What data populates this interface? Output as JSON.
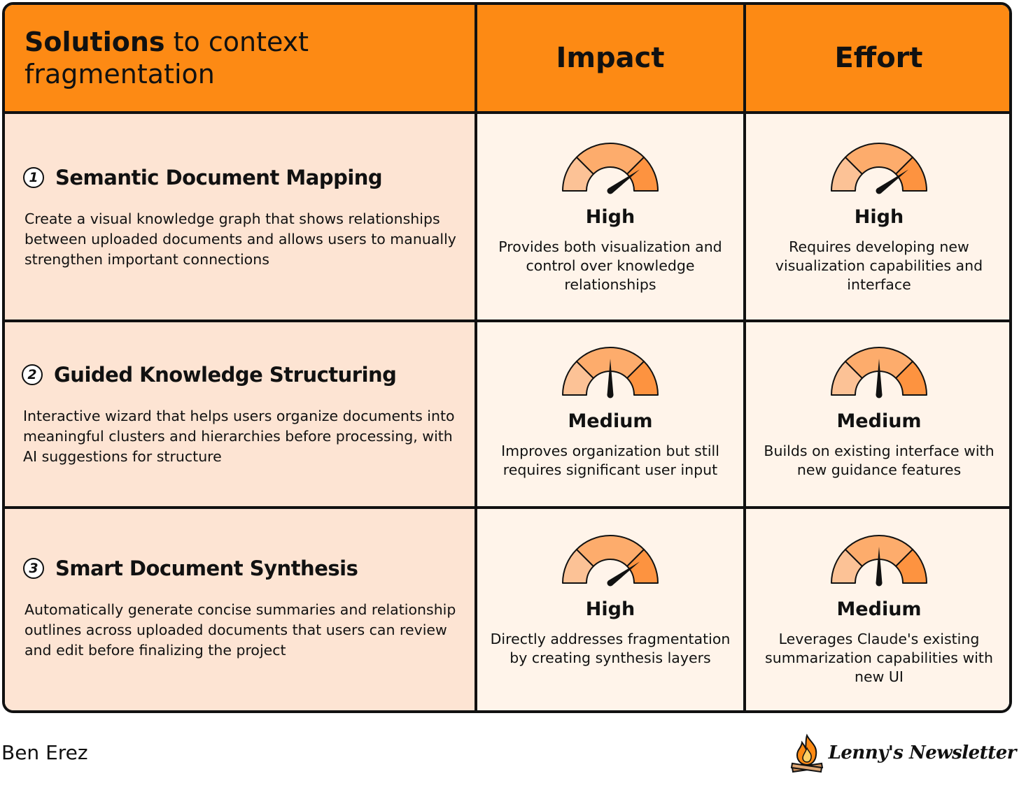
{
  "header": {
    "title_bold": "Solutions",
    "title_rest": " to context fragmentation",
    "impact_label": "Impact",
    "effort_label": "Effort"
  },
  "solutions": [
    {
      "number": "1",
      "name": "Semantic Document Mapping",
      "description": "Create a visual knowledge graph that shows relationships between uploaded documents and allows users to manually strengthen important connections",
      "impact": {
        "level": "High",
        "gauge_value": 0.8,
        "note": "Provides both visualization and control over knowledge relationships"
      },
      "effort": {
        "level": "High",
        "gauge_value": 0.8,
        "note": "Requires developing new visualization capabilities and interface"
      }
    },
    {
      "number": "2",
      "name": "Guided Knowledge Structuring",
      "description": "Interactive wizard that helps users organize documents into meaningful clusters and hierarchies before processing, with AI suggestions for structure",
      "impact": {
        "level": "Medium",
        "gauge_value": 0.5,
        "note": "Improves organization but still requires significant user input"
      },
      "effort": {
        "level": "Medium",
        "gauge_value": 0.5,
        "note": "Builds on existing interface with new guidance features"
      }
    },
    {
      "number": "3",
      "name": "Smart Document Synthesis",
      "description": "Automatically generate concise summaries and relationship outlines across uploaded documents that users can review and edit before finalizing the project",
      "impact": {
        "level": "High",
        "gauge_value": 0.8,
        "note": "Directly addresses fragmentation by creating synthesis layers"
      },
      "effort": {
        "level": "Medium",
        "gauge_value": 0.5,
        "note": "Leverages Claude's existing summarization capabilities with new UI"
      }
    }
  ],
  "footer": {
    "author": "Ben Erez",
    "brand": "Lenny's Newsletter",
    "brand_icon": "campfire-icon"
  },
  "colors": {
    "header_orange": "#fd8a14",
    "solution_bg": "#fde4d3",
    "rating_bg": "#fff4ea",
    "gauge_light": "#fcc296",
    "gauge_mid": "#fdac6c",
    "gauge_dark": "#fd9340"
  }
}
